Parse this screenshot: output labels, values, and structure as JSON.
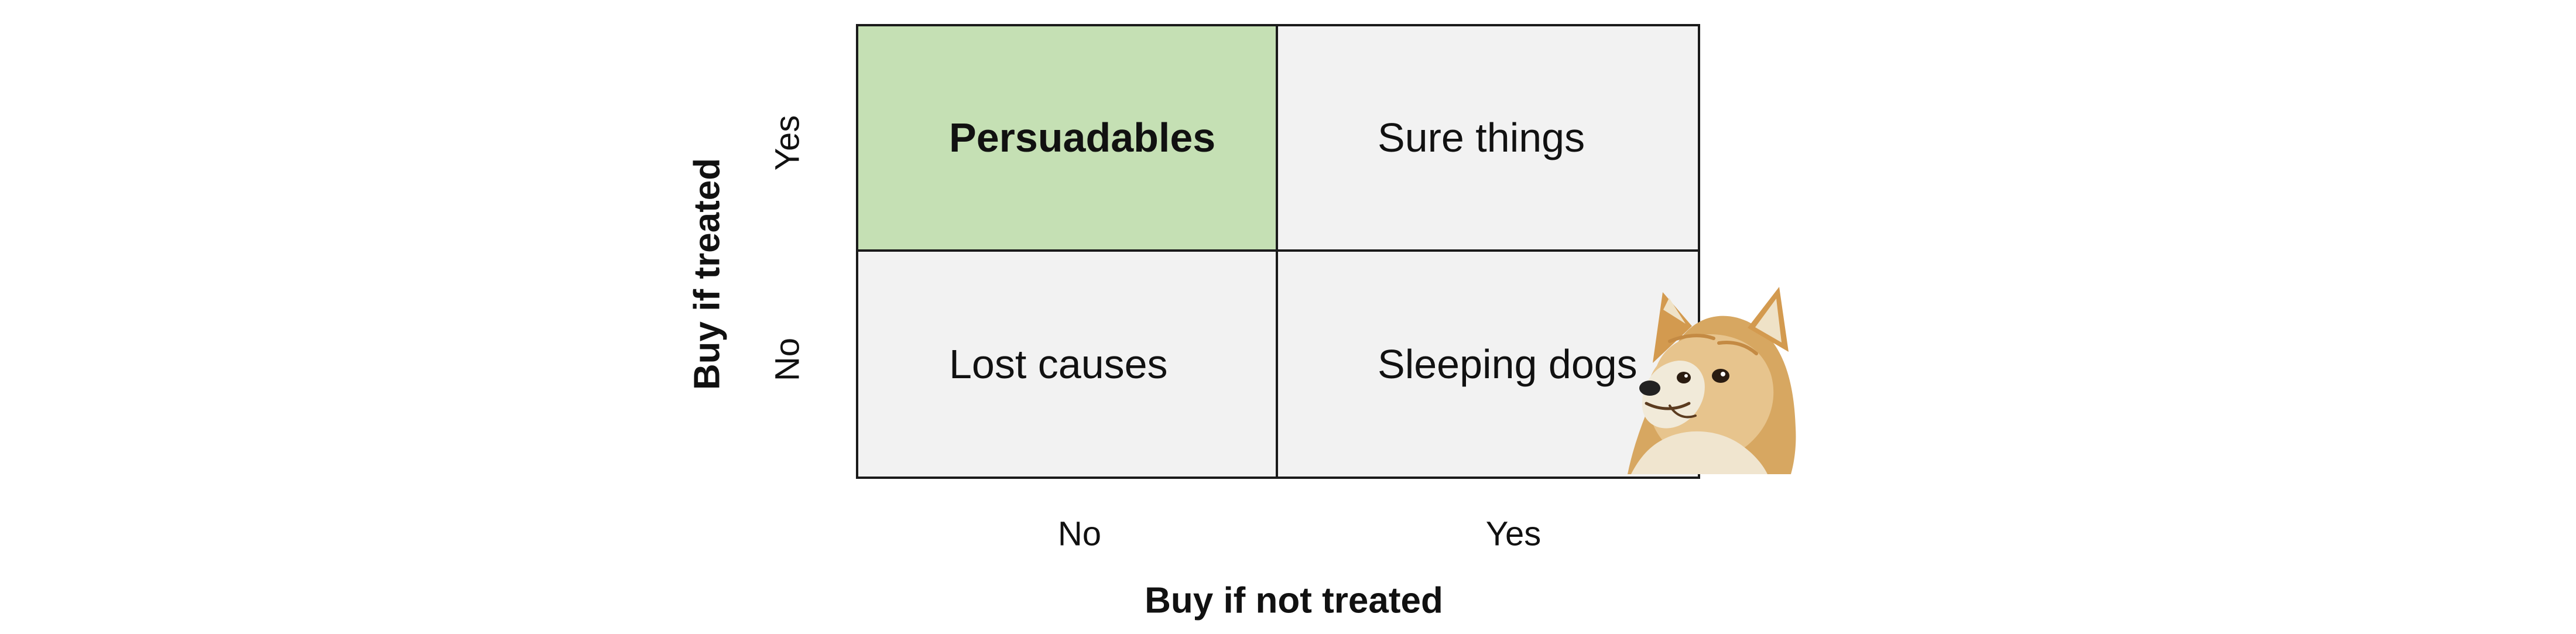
{
  "matrix": {
    "cells": {
      "top_left": "Persuadables",
      "top_right": "Sure things",
      "bottom_left": "Lost causes",
      "bottom_right": "Sleeping dogs"
    },
    "y_axis": {
      "title": "Buy if treated",
      "ticks": [
        "Yes",
        "No"
      ]
    },
    "x_axis": {
      "title": "Buy if not treated",
      "ticks": [
        "No",
        "Yes"
      ]
    }
  },
  "image": {
    "icon": "doge-dog-image"
  },
  "colors": {
    "highlight_cell": "#c5e0b4",
    "cell": "#f2f2f2",
    "border": "#1a1a1a"
  }
}
